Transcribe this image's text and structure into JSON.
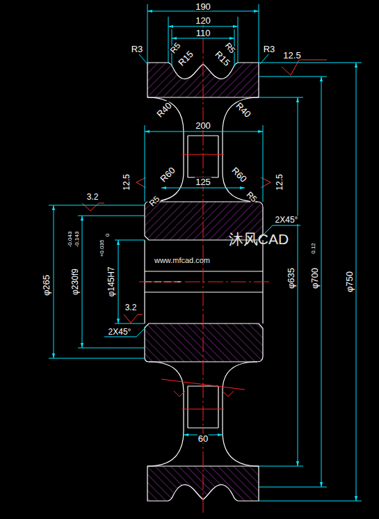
{
  "diagram": {
    "labels": [
      "190",
      "120",
      "110",
      "R3",
      "R5",
      "R15",
      "R15",
      "R5",
      "R3",
      "12.5",
      "R40",
      "R40",
      "200",
      "12.5",
      "R60",
      "125",
      "R60",
      "12.5",
      "3.2",
      "R5",
      "R5",
      "2X45°",
      "φ265",
      "φ230f9",
      "-0.043",
      "-0.143",
      "φ145H7",
      "+0.035",
      "0",
      "φ635",
      "φ700",
      "0.12",
      "φ750",
      "3.2",
      "2X45°",
      "60",
      "沐风CAD",
      "www.mfcad.com"
    ]
  }
}
